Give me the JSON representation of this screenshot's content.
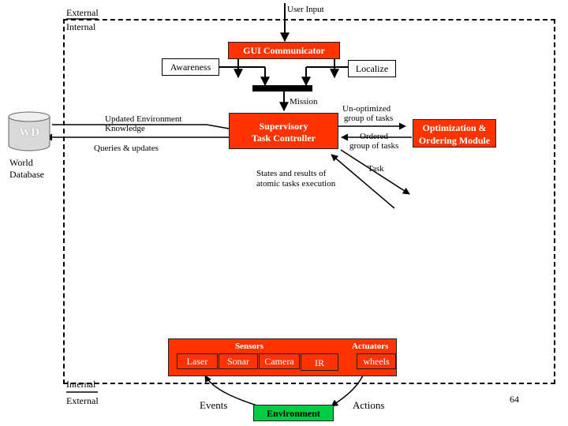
{
  "labels": {
    "external_top": "External",
    "internal_top": "Internal",
    "user_input": "User Input",
    "internal_bottom": "Internal",
    "external_bottom": "External",
    "page_number": "64"
  },
  "gui": {
    "title": "GUI Communicator",
    "awareness": "Awareness",
    "localize": "Localize"
  },
  "mission": "Mission",
  "wd": {
    "icon_label": "WD",
    "caption_line1": "World",
    "caption_line2": "Database",
    "updated_line1": "Updated Environment",
    "updated_line2": "Knowledge",
    "queries": "Queries & updates"
  },
  "supervisory": {
    "line1": "Supervisory",
    "line2": "Task Controller"
  },
  "optimization": {
    "line1": "Optimization &",
    "line2": "Ordering Module",
    "unoptimized_line1": "Un-optimized",
    "unoptimized_line2": "group of tasks",
    "ordered_line1": "Ordered",
    "ordered_line2": "group of tasks"
  },
  "task_flow": {
    "task": "Task",
    "states_line1": "States and results of",
    "states_line2": "atomic tasks execution"
  },
  "hardware": {
    "sensors": "Sensors",
    "actuators": "Actuators",
    "laser": "Laser",
    "sonar": "Sonar",
    "camera": "Camera",
    "ir": "IR",
    "wheels": "wheels"
  },
  "environment": {
    "label": "Environment",
    "events": "Events",
    "actions": "Actions"
  },
  "colors": {
    "module_fill": "#ff3300",
    "environment_fill": "#00cc44",
    "wd_cylinder": "#d9d9d9"
  }
}
